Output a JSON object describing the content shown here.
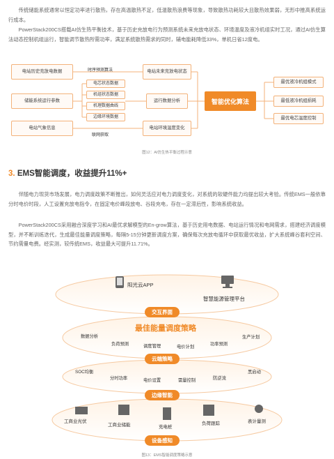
{
  "intro": {
    "p1": "传统储能系统通常以恒定功率进行散热，存在高温散热不足，低温散热浪费等现象，导致散热功耗较大且散热效果弱，无形中推高系统运行成本。",
    "p2": "PowerStack200CS搭载AI仿生热平衡技术，基于历史充放电行为预测系统未来充放电状态、环境温度及液冷机组实时工况，通过AI仿生算法动态控制机组运行，智能调节散热所需功率，满足系统散热需求的同时，辅电能耗降低33%，单机日省12度电。"
  },
  "figure12": {
    "left_boxes": [
      "电站历史充放电数据",
      "储能系统运行参数",
      "电站气象信息"
    ],
    "mid_boxes": [
      "电芯状态数据",
      "机组状态数据",
      "机理数据曲线",
      "边缘环境数据"
    ],
    "link_labels": [
      "时序预测算法",
      "联网获取"
    ],
    "center_boxes": [
      "电站未来充放电状态",
      "运行数据分析",
      "电站环境温度变化"
    ],
    "core": "智能优化算法",
    "right_boxes": [
      "最优液冷机组模式",
      "最低液冷机组损耗",
      "最优电芯温度控制"
    ],
    "caption": "图12：AI仿生热平衡过程示意"
  },
  "section3": {
    "num": "3",
    "title": "EMS智能调度，收益提升11%+",
    "p1": "伴随电力现货市场发展，电力调度政策不断推出，如何灵活应对电力调度变化，对系统的软硬件能力均提出较大考验。传统EMS一般依靠分时电价时段，人工设置充放电指令，在固定电价峰段放电、谷段充电，存在一定滞后性，影响系统收益。",
    "p2": "PowerStack200CS采用融合深度学习和AI最优求解模型的En-grow算法，基于历史用电数据、电站运行情况和电网需求，搭建经济调度模型，并不断训练迭代，生成最佳能量调度策略，每隔5-15分钟更新调度方案，确保每次充放电循环中获取最优收益，扩大系统峰谷套利空间、节约需量电费。经实测，较传统EMS，收益最大可提升11.71%。"
  },
  "figure13": {
    "top_apps": [
      "阳光云APP",
      "智慧能源管理平台"
    ],
    "ring1": "交互界面",
    "headline": "最佳能量调度策略",
    "cloud_words": [
      "数据分析",
      "负荷预测",
      "调度管理",
      "电价计划",
      "功率预测",
      "生产计划"
    ],
    "ring2": "云端策略",
    "edge_words": [
      "SOC均衡",
      "分时功率",
      "电价设置",
      "需量控制",
      "防逆流",
      "黑启动"
    ],
    "ring3": "边缘智能",
    "devices": [
      "工商业光伏",
      "工商业储能",
      "充电桩",
      "负荷跟踪",
      "表计量测"
    ],
    "ring4": "设备感知",
    "caption": "图13：EMS智能调度策略示意"
  },
  "colors": {
    "accent": "#f08a28",
    "box_border": "#f3b27a"
  }
}
